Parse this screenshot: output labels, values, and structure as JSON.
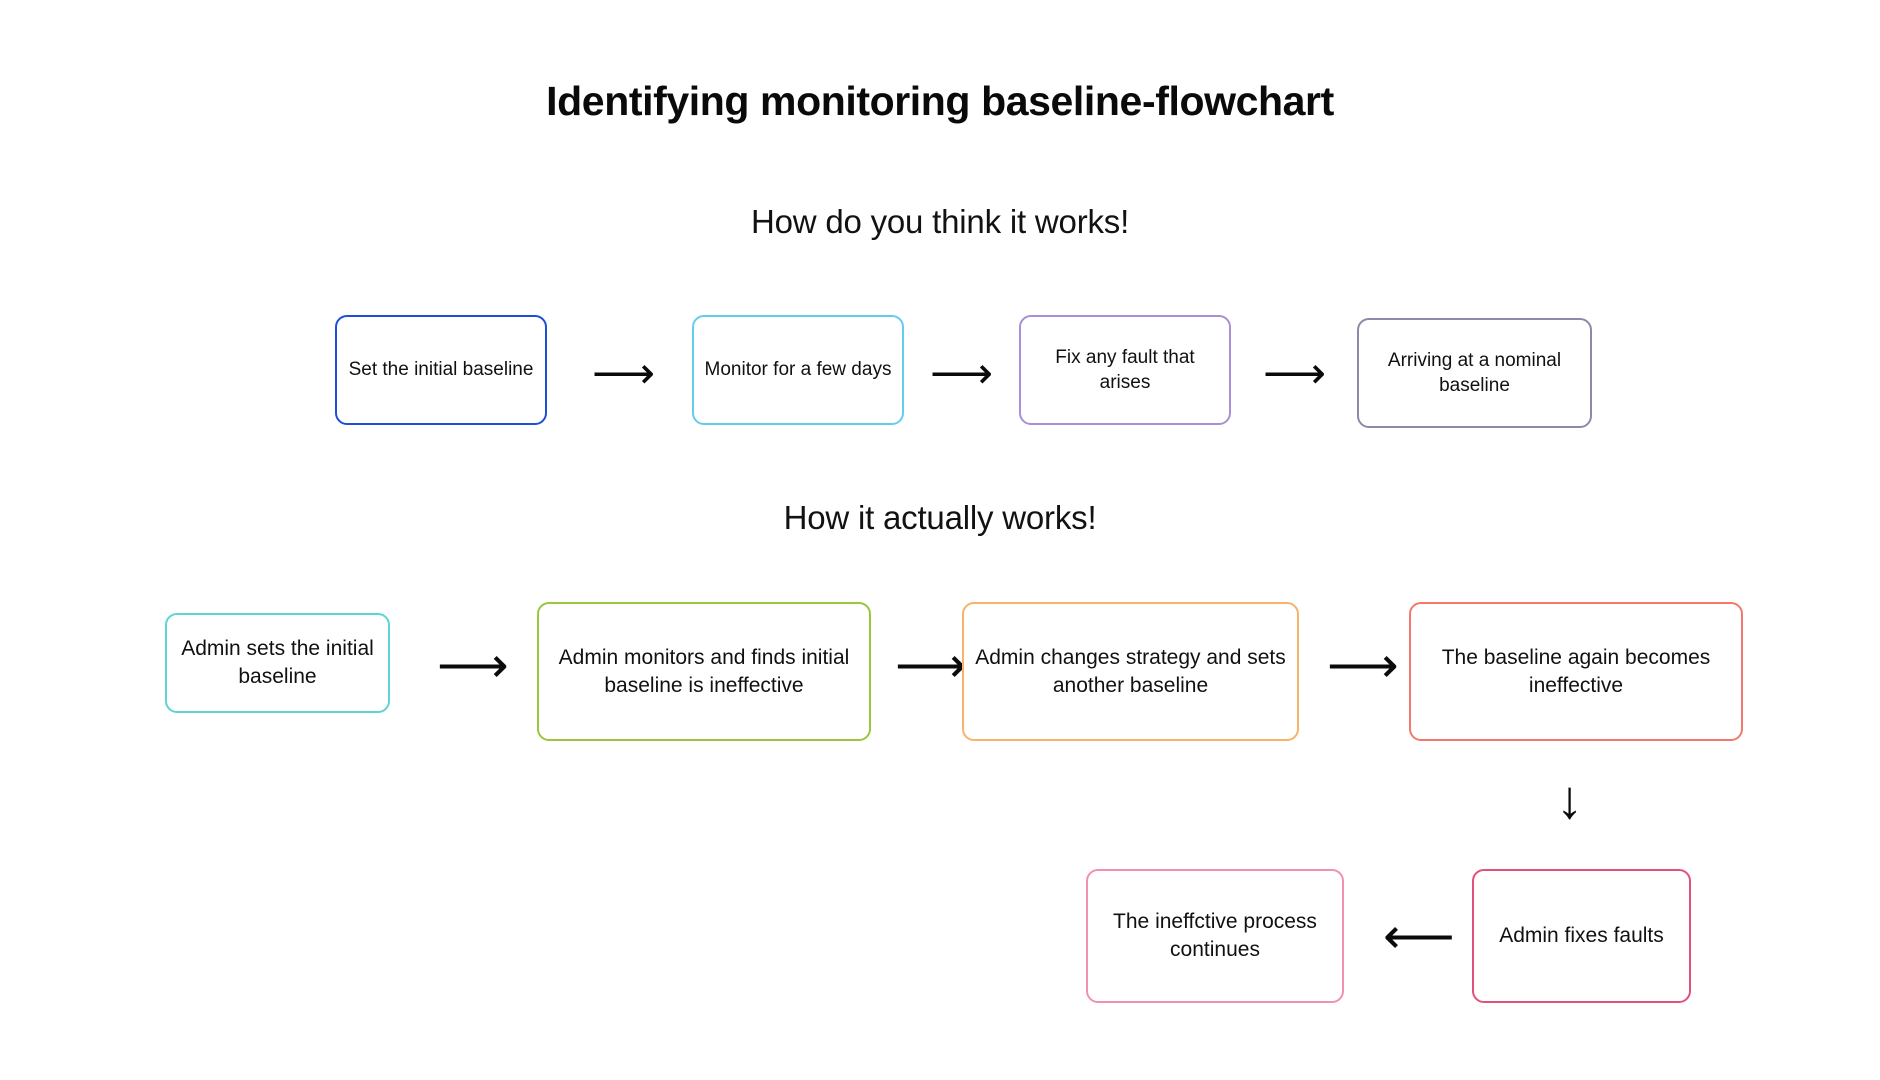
{
  "title": "Identifying monitoring baseline-flowchart",
  "sections": [
    {
      "heading": "How do you think it works!",
      "nodes": [
        {
          "label": "Set the initial baseline",
          "color": "#1b4fd8"
        },
        {
          "label": "Monitor for a few days",
          "color": "#63cdf0"
        },
        {
          "label": "Fix any fault that arises",
          "color": "#a98fd6"
        },
        {
          "label": "Arriving at a nominal baseline",
          "color": "#8f88a8"
        }
      ],
      "connectors": [
        "arrow-right",
        "arrow-right",
        "arrow-right"
      ]
    },
    {
      "heading": "How it actually works!",
      "nodes": [
        {
          "label": "Admin sets the initial baseline",
          "color": "#5fd4d6"
        },
        {
          "label": "Admin monitors and finds initial baseline is ineffective",
          "color": "#9ac63f"
        },
        {
          "label": "Admin changes strategy and sets another baseline",
          "color": "#f7b36a"
        },
        {
          "label": "The baseline again becomes ineffective",
          "color": "#f2796b"
        },
        {
          "label": "The ineffctive process continues",
          "color": "#f291ae"
        },
        {
          "label": "Admin fixes faults",
          "color": "#e0527a"
        }
      ],
      "connectors": [
        "arrow-right",
        "arrow-right",
        "arrow-right",
        "arrow-down",
        "arrow-left"
      ]
    }
  ],
  "glyphs": {
    "arrow_right": "⟶",
    "arrow_down": "↓",
    "arrow_left": "⟵"
  }
}
